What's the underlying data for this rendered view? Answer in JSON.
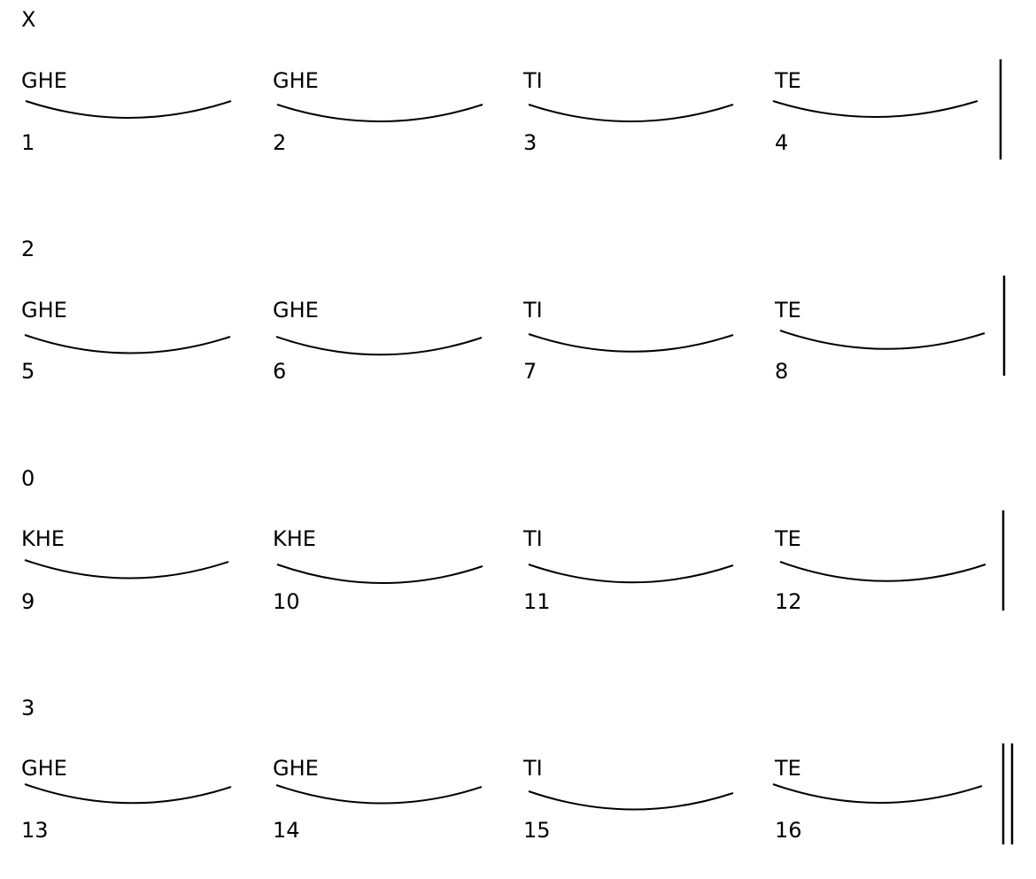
{
  "rows": [
    {
      "marker": "X",
      "beats": [
        {
          "syllable": "GHE",
          "number": "1"
        },
        {
          "syllable": "GHE",
          "number": "2"
        },
        {
          "syllable": "TI",
          "number": "3"
        },
        {
          "syllable": "TE",
          "number": "4"
        }
      ]
    },
    {
      "marker": "2",
      "beats": [
        {
          "syllable": "GHE",
          "number": "5"
        },
        {
          "syllable": "GHE",
          "number": "6"
        },
        {
          "syllable": "TI",
          "number": "7"
        },
        {
          "syllable": "TE",
          "number": "8"
        }
      ]
    },
    {
      "marker": "0",
      "beats": [
        {
          "syllable": "KHE",
          "number": "9"
        },
        {
          "syllable": "KHE",
          "number": "10"
        },
        {
          "syllable": "TI",
          "number": "11"
        },
        {
          "syllable": "TE",
          "number": "12"
        }
      ]
    },
    {
      "marker": "3",
      "beats": [
        {
          "syllable": "GHE",
          "number": "13"
        },
        {
          "syllable": "GHE",
          "number": "14"
        },
        {
          "syllable": "TI",
          "number": "15"
        },
        {
          "syllable": "TE",
          "number": "16"
        }
      ]
    }
  ]
}
